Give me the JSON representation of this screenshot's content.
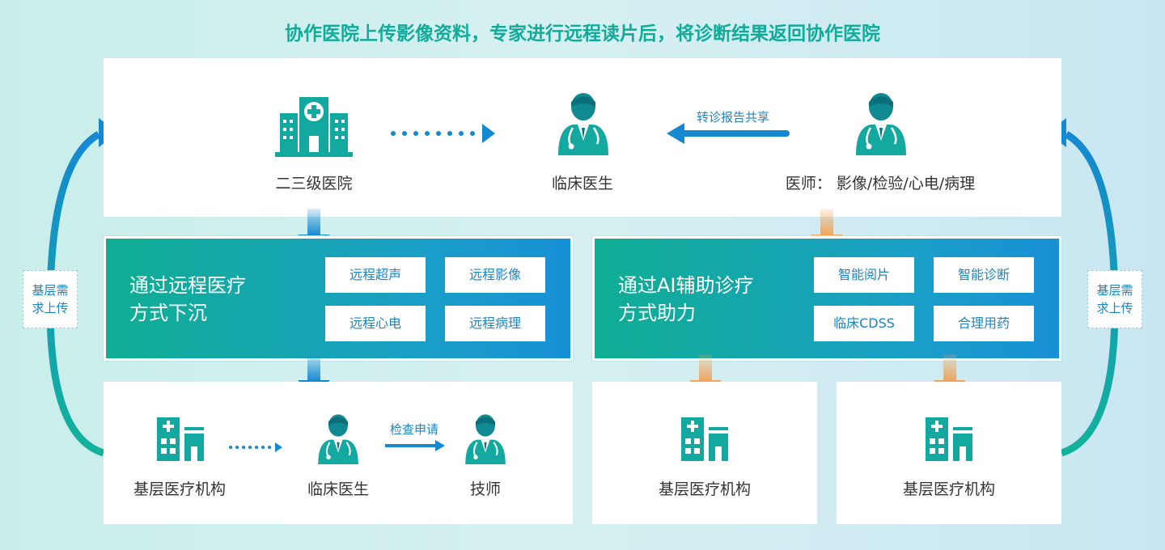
{
  "title": "协作医院上传影像资料，专家进行远程读片后，将诊断结果返回协作医院",
  "top": {
    "hospital_label": "二三级医院",
    "clinician_label": "临床医生",
    "referral_label": "转诊报告共享",
    "physician_label": "医师： 影像/检验/心电/病理"
  },
  "left_band": {
    "line1": "通过远程医疗",
    "line2": "方式下沉",
    "chips": [
      "远程超声",
      "远程影像",
      "远程心电",
      "远程病理"
    ]
  },
  "right_band": {
    "line1": "通过AI辅助诊疗",
    "line2": "方式助力",
    "chips": [
      "智能阅片",
      "智能诊断",
      "临床CDSS",
      "合理用药"
    ]
  },
  "bottom_left": {
    "institution_label": "基层医疗机构",
    "clinician_label": "临床医生",
    "exam_label": "检查申请",
    "technician_label": "技师"
  },
  "bottom_mid": {
    "institution_label": "基层医疗机构"
  },
  "bottom_right": {
    "institution_label": "基层医疗机构"
  },
  "side": {
    "left_line1": "基层需",
    "left_line2": "求上传",
    "right_line1": "基层需",
    "right_line2": "求上传"
  },
  "colors": {
    "teal": "#12ab9a",
    "blue": "#1d84c4",
    "orange": "#f0a35a",
    "icon_teal": "#13a9a0"
  }
}
